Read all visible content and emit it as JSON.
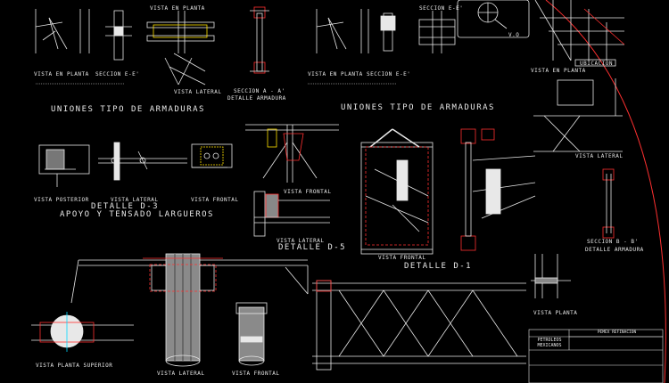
{
  "colors": {
    "background": "#000000",
    "line": "#e8e8e8",
    "red": "#ff3030",
    "cyan": "#00d8ff",
    "yellow": "#ffe000",
    "green": "#30ff60"
  },
  "labels": {
    "vista_planta_tl": "VISTA EN PLANTA",
    "seccion_ee_1": "SECCION E-E'",
    "vista_planta_1": "VISTA EN PLANTA",
    "seccion_ee_2": "SECCION E-E'",
    "vista_planta_2": "VISTA EN PLANTA",
    "seccion_ee_3": "SECCION E-E'",
    "vista_planta_tr": "VISTA EN PLANTA",
    "ubicacion": "UBICACION",
    "vista_lateral_1": "VISTA LATERAL",
    "seccion_aa": "SECCION A - A'",
    "detalle_armadura_1": "DETALLE ARMADURA",
    "uniones_1": "UNIONES TIPO DE ARMADURAS",
    "uniones_2": "UNIONES TIPO DE ARMADURAS",
    "vista_lateral_2": "VISTA LATERAL",
    "vista_posterior": "VISTA POSTERIOR",
    "vista_lateral_3": "VISTA LATERAL",
    "vista_frontal_1": "VISTA FRONTAL",
    "vista_frontal_2": "VISTA FRONTAL",
    "detalle_d3": "DETALLE D-3",
    "apoyo": "APOYO Y TENSADO LARGUEROS",
    "vista_lateral_4": "VISTA LATERAL",
    "detalle_d5": "DETALLE D-5",
    "vista_frontal_3": "VISTA FRONTAL",
    "detalle_d1": "DETALLE D-1",
    "seccion_bb": "SECCION B - B'",
    "detalle_armadura_2": "DETALLE ARMADURA",
    "vista_planta_3": "VISTA PLANTA",
    "vista_planta_superior": "VISTA PLANTA SUPERIOR",
    "vista_lateral_5": "VISTA LATERAL",
    "vista_frontal_4": "VISTA FRONTAL",
    "vo": "V.O"
  },
  "title_block": {
    "org_line1": "PETROLEOS",
    "org_line2": "MEXICANOS",
    "header": "PEMEX REFINACION"
  }
}
